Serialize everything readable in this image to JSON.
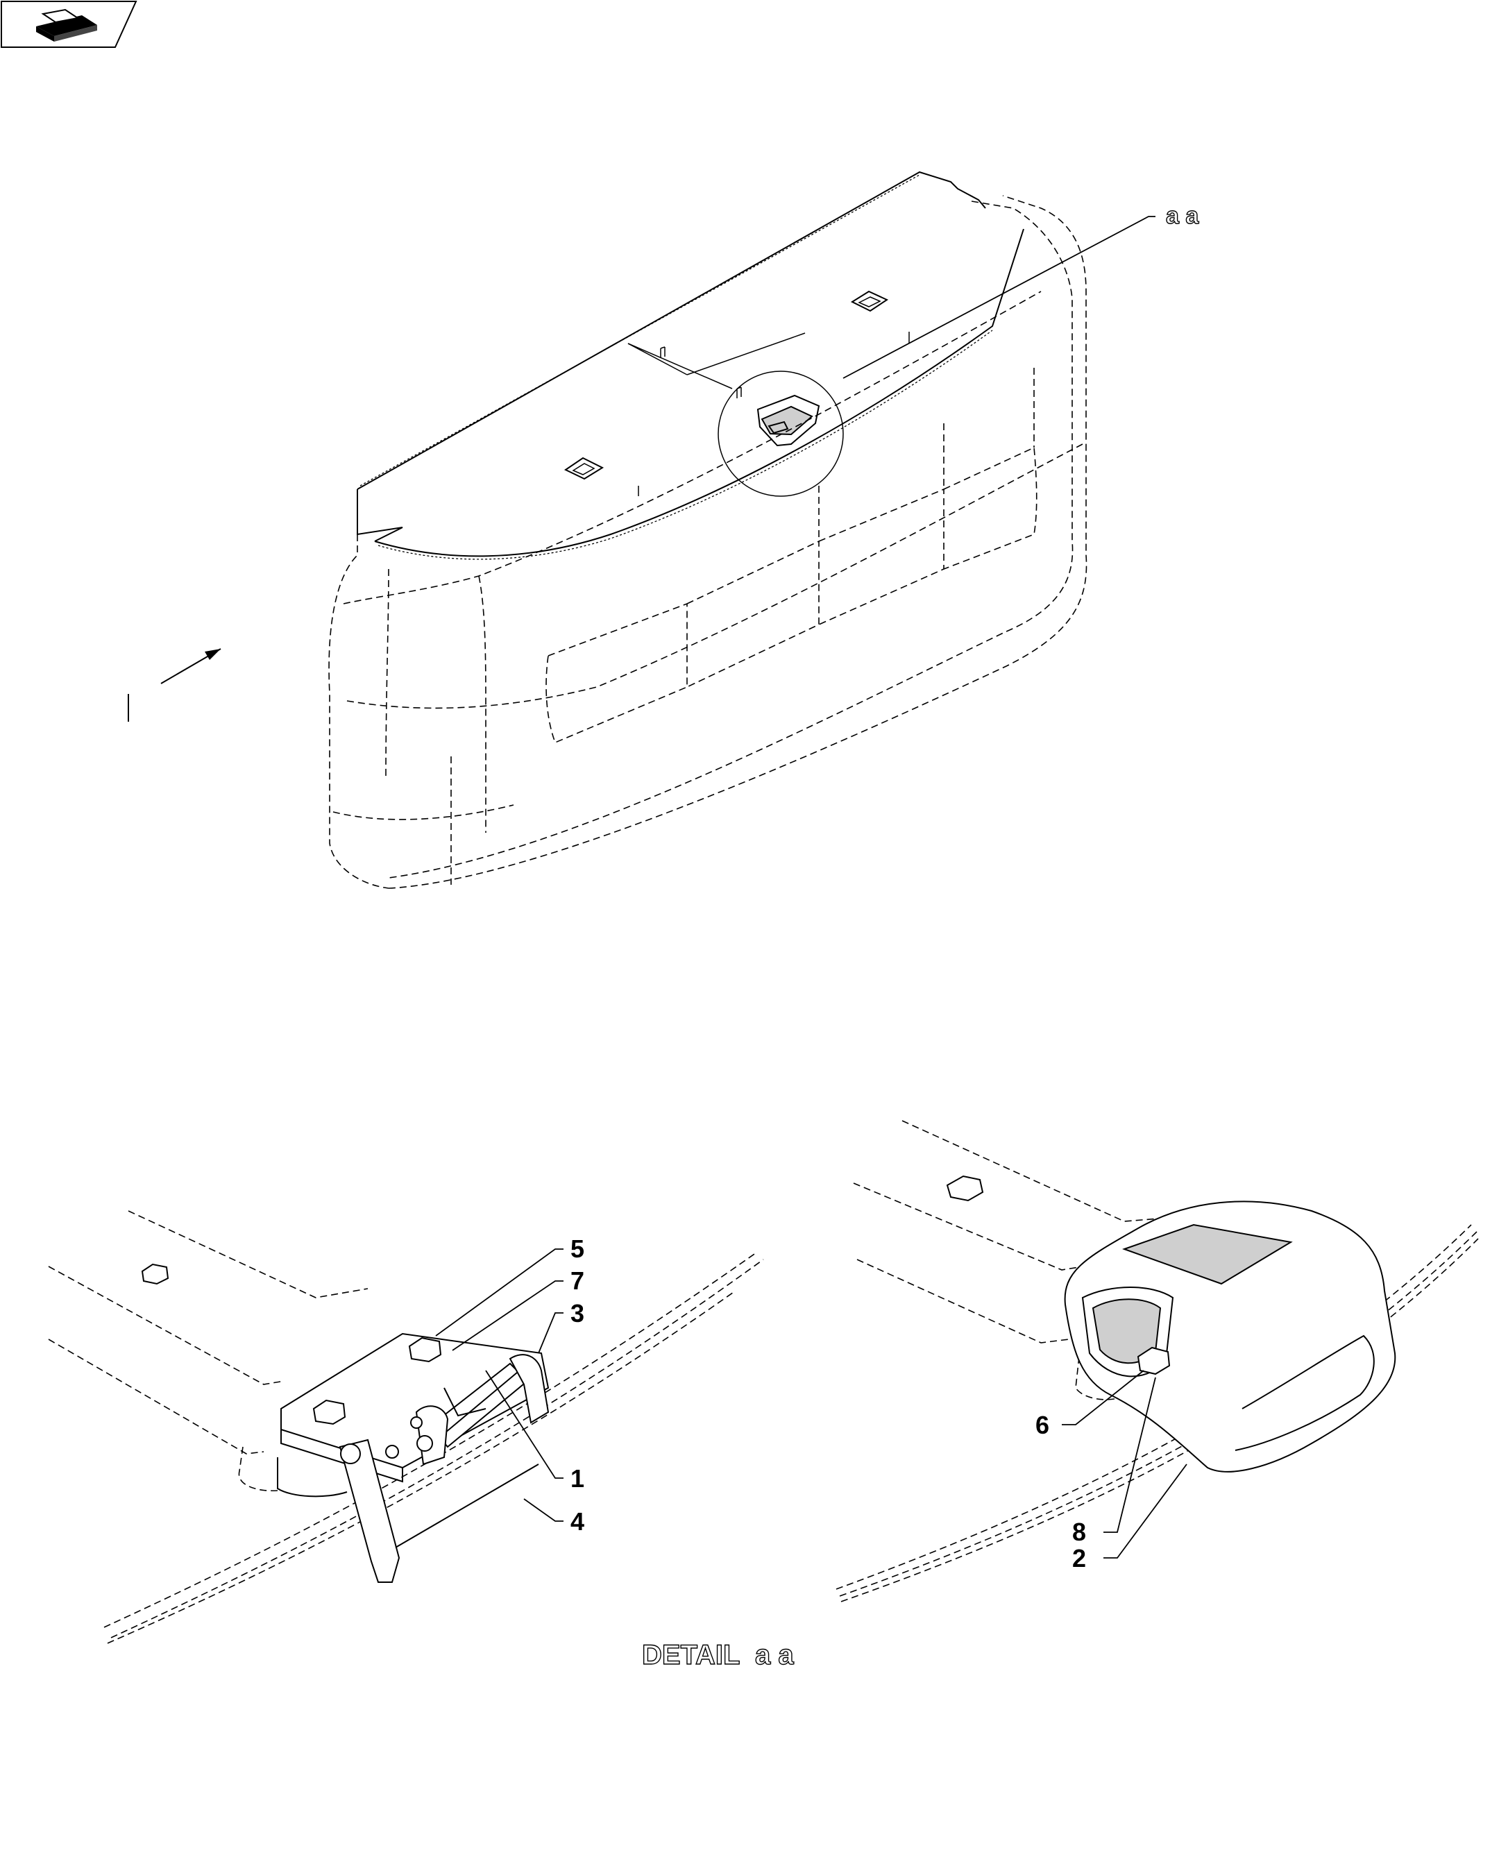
{
  "detail_ref": "a a",
  "detail_title": "DETAIL  a a",
  "left_detail_callouts": [
    "5",
    "7",
    "3",
    "1",
    "4"
  ],
  "right_detail_callouts": [
    "6",
    "8",
    "2"
  ]
}
